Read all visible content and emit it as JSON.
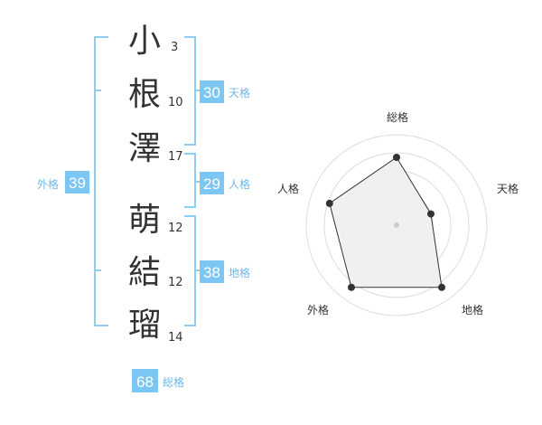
{
  "name": {
    "characters": [
      {
        "char": "小",
        "strokes": "3"
      },
      {
        "char": "根",
        "strokes": "10"
      },
      {
        "char": "澤",
        "strokes": "17"
      },
      {
        "char": "萌",
        "strokes": "12"
      },
      {
        "char": "結",
        "strokes": "12"
      },
      {
        "char": "瑠",
        "strokes": "14"
      }
    ]
  },
  "fortune": {
    "tenkaku": {
      "value": "30",
      "label": "天格"
    },
    "jinkaku": {
      "value": "29",
      "label": "人格"
    },
    "chikaku": {
      "value": "38",
      "label": "地格"
    },
    "gaikaku": {
      "value": "39",
      "label": "外格"
    },
    "soukaku": {
      "value": "68",
      "label": "総格"
    }
  },
  "colors": {
    "accent": "#7cc6f3",
    "bracket": "#8fcdf2",
    "label": "#6fb8e8",
    "text": "#333333",
    "radar_fill": "#eeeeee",
    "radar_ring": "#dddddd"
  },
  "chart_data": {
    "type": "radar",
    "axes": [
      "総格",
      "天格",
      "地格",
      "外格",
      "人格"
    ],
    "values": [
      0.75,
      0.4,
      0.85,
      0.85,
      0.78
    ],
    "max": 1
  }
}
